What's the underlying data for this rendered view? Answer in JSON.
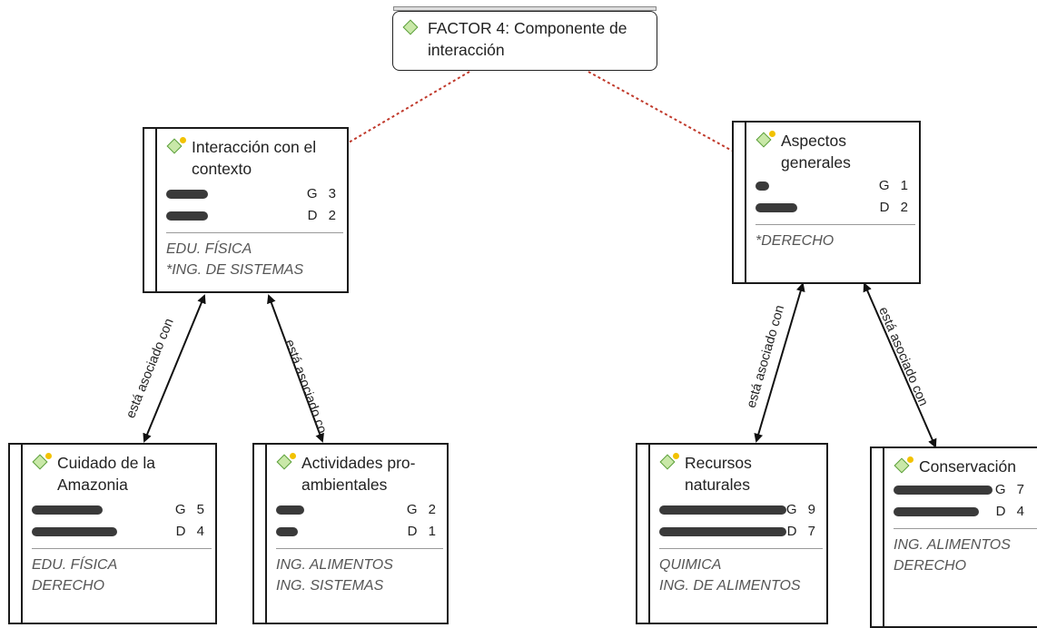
{
  "root": {
    "title": "FACTOR 4: Componente de interacción"
  },
  "nodes": {
    "interaccion": {
      "title": "Interacción con el contexto",
      "g": "G 3",
      "g_level": 0.33,
      "d": "D 2",
      "d_level": 0.33,
      "comment": [
        "EDU. FÍSICA",
        "*ING. DE SISTEMAS"
      ]
    },
    "aspectos": {
      "title": "Aspectos generales",
      "g": "G 1",
      "g_level": 0.11,
      "d": "D 2",
      "d_level": 0.33,
      "comment": [
        "*DERECHO"
      ]
    },
    "cuidado": {
      "title": "Cuidado de la Amazonia",
      "g": "G 5",
      "g_level": 0.56,
      "d": "D 4",
      "d_level": 0.67,
      "comment": [
        "EDU. FÍSICA",
        "DERECHO"
      ]
    },
    "actividades": {
      "title": "Actividades pro-ambientales",
      "g": "G 2",
      "g_level": 0.22,
      "d": "D 1",
      "d_level": 0.17,
      "comment": [
        "ING. ALIMENTOS",
        "ING. SISTEMAS"
      ]
    },
    "recursos": {
      "title": "Recursos naturales",
      "g": "G 9",
      "g_level": 1.0,
      "d": "D 7",
      "d_level": 1.0,
      "comment": [
        "QUIMICA",
        "ING. DE ALIMENTOS"
      ]
    },
    "conservacion": {
      "title": "Conservación",
      "g": "G 7",
      "g_level": 0.78,
      "d": "D 4",
      "d_level": 0.67,
      "comment": [
        "ING. ALIMENTOS",
        "DERECHO"
      ]
    }
  },
  "edges": {
    "label": "está asociado con",
    "label_cut": "está asociado co"
  },
  "colors": {
    "dashed_edge": "#c0392b",
    "arrow": "#111111",
    "bar": "#3a3a3a",
    "diamond_fill": "#c9e8a8",
    "diamond_stroke": "#5a9e3a",
    "dot": "#f2c200"
  }
}
